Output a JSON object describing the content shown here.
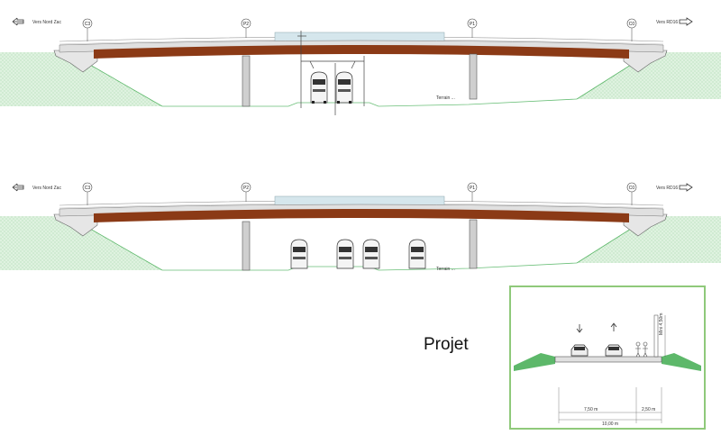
{
  "elevations": [
    {
      "left_direction": "Vers Nord Zac",
      "right_direction": "Vers RD16",
      "piers": [
        "C3",
        "P2",
        "P1",
        "C0"
      ],
      "track_label": "Terrain ...",
      "train_count": 2
    },
    {
      "left_direction": "Vers Nord Zac",
      "right_direction": "Vers RD16",
      "piers": [
        "C3",
        "P2",
        "P1",
        "C0"
      ],
      "track_label": "Terrain ...",
      "train_count": 4
    }
  ],
  "projet_label": "Projet",
  "section": {
    "height_label": "Mini 4,50m",
    "dim_left": "7,50 m",
    "dim_right": "2,50 m",
    "dim_total": "10,00 m",
    "frame_color": "#8fc97a"
  },
  "colors": {
    "deck": "#8b3a16",
    "embankment": "#d8efd9",
    "embankment_edge": "#5db86a",
    "glass": "#d5e6ec"
  }
}
